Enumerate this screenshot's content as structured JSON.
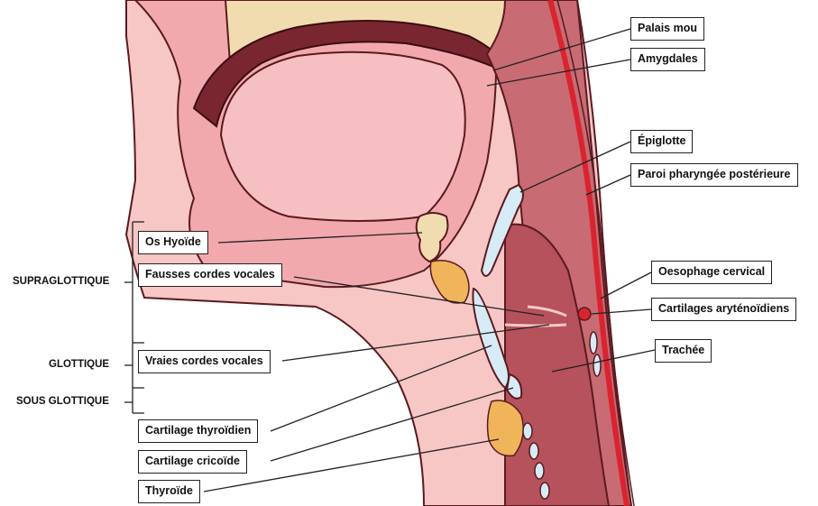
{
  "colors": {
    "skin": "#f6c7c5",
    "tissue": "#f2a9ad",
    "muscle": "#c86b73",
    "mucosa": "#b5525c",
    "dark": "#7a2630",
    "bone": "#f1dcb0",
    "cartilage": "#d7ebf7",
    "fat": "#f0b45a",
    "artery": "#d92430"
  },
  "labels": {
    "palais_mou": "Palais mou",
    "amygdales": "Amygdales",
    "epiglotte": "Épiglotte",
    "paroi": "Paroi pharyngée postérieure",
    "os_hyoide": "Os Hyoïde",
    "fausses_cordes": "Fausses cordes vocales",
    "oesophage": "Oesophage cervical",
    "aryteno": "Cartilages aryténoïdiens",
    "vraies_cordes": "Vraies cordes vocales",
    "trachee": "Trachée",
    "thyroidien": "Cartilage thyroïdien",
    "cricoide": "Cartilage cricoïde",
    "thyroide": "Thyroïde"
  },
  "regions": {
    "supra": "SUPRAGLOTTIQUE",
    "glottique": "GLOTTIQUE",
    "sous": "SOUS GLOTTIQUE"
  }
}
